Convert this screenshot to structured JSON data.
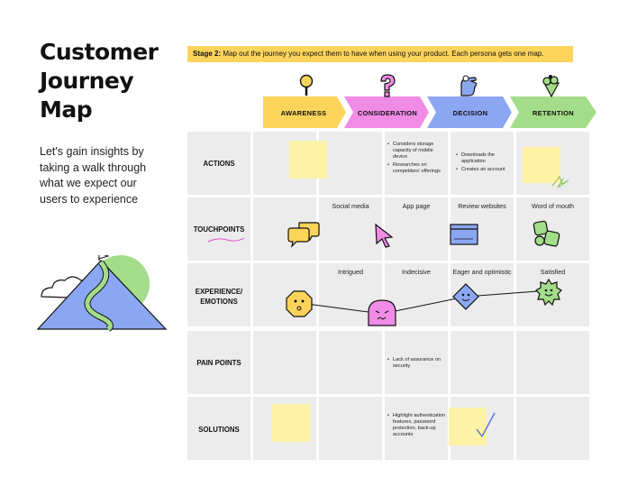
{
  "title": [
    "Customer",
    "Journey",
    "Map"
  ],
  "intro": "Let's gain insights by taking a walk through what we expect our users to experience",
  "banner": {
    "label": "Stage 2:",
    "text": " Map out the journey you expect them to have when using your product. Each persona gets one map."
  },
  "stages": [
    {
      "label": "AWARENESS",
      "color": "#fcd45c",
      "icon": "magnifier-icon"
    },
    {
      "label": "CONSIDERATION",
      "color": "#f08be6",
      "icon": "question-mark-icon"
    },
    {
      "label": "DECISION",
      "color": "#8ca7f2",
      "icon": "hand-decision-icon"
    },
    {
      "label": "RETENTION",
      "color": "#a3dd89",
      "icon": "ice-cream-icon"
    }
  ],
  "rows": {
    "actions": "ACTIONS",
    "touchpoints": "TOUCHPOINTS",
    "experience": [
      "EXPERIENCE/",
      "EMOTIONS"
    ],
    "pain_points": "PAIN POINTS",
    "solutions": "SOLUTIONS"
  },
  "actions": {
    "consideration": [
      "Considers storage capacity of mobile device",
      "Researches on competitors' offerings"
    ],
    "decision": [
      "Downloads the application",
      "Creates an account"
    ]
  },
  "touchpoints": [
    "Social media",
    "App page",
    "Review websites",
    "Word of mouth"
  ],
  "emotions": [
    "Intrigued",
    "Indecisive",
    "Eager and optimistic",
    "Satisfied"
  ],
  "pain_points": {
    "consideration": [
      "Lack of assurance on security"
    ]
  },
  "solutions": {
    "consideration": [
      "Highlight authentication features, password protection, back-up accounts"
    ]
  },
  "colors": {
    "cell": "#ececec",
    "sticky": "#fdf2a6",
    "banner": "#fcd45c",
    "mountain": "#8ca7f2",
    "sun": "#a3dd89"
  }
}
